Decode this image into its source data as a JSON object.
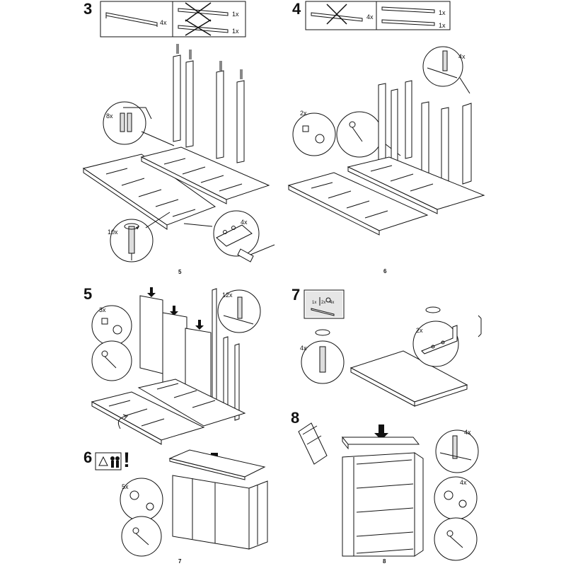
{
  "steps": {
    "s3": {
      "number": "3",
      "parts_box": {
        "qty_a": "4x",
        "qty_b": "1x",
        "qty_c": "1x"
      },
      "dowel_qty": "8x",
      "cam_qty": "10x",
      "nail_qty": "4x",
      "page": "5"
    },
    "s4": {
      "number": "4",
      "parts_box": {
        "qty_a": "4x",
        "qty_b": "1x",
        "qty_c": "1x"
      },
      "pin_qty": "4x",
      "screw_qty": "2x",
      "page": "6"
    },
    "s5": {
      "number": "5",
      "pin_qty": "12x",
      "screw_qty": "3x"
    },
    "s6": {
      "number": "6",
      "warning": "!",
      "screw_qty": "5x",
      "page": "7"
    },
    "s7": {
      "number": "7",
      "bag": {
        "qty_a": "1x",
        "qty_b": "2x",
        "qty_c": "4x"
      },
      "cam_qty": "4x",
      "bracket_qty": "2x"
    },
    "s8": {
      "number": "8",
      "pin_qty": "4x",
      "screw_qty": "4x",
      "page": "8"
    }
  },
  "icons": {
    "cross": "cross-out-icon",
    "arrow": "down-arrow-icon",
    "rotate": "rotate-arrow-icon",
    "two_person": "two-person-warning-icon",
    "hammer": "hammer-icon",
    "screwdriver": "screwdriver-icon"
  },
  "colors": {
    "ink": "#111111",
    "panel": "#ffffff",
    "shade": "#dddddd"
  }
}
